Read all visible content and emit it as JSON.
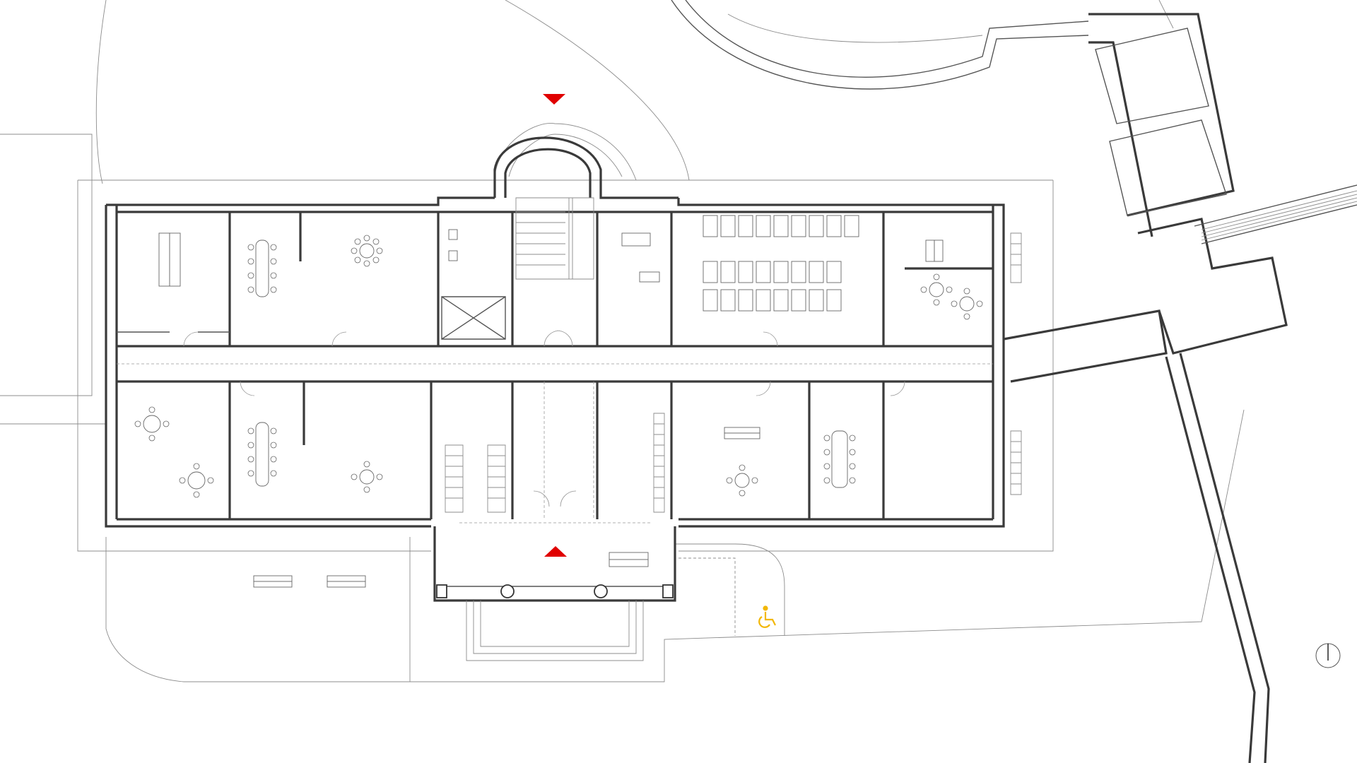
{
  "drawing": {
    "kind": "floor plan",
    "colors": {
      "wall": "#3a3a3a",
      "line": "#8c8c8c",
      "entrance_marker": "#e00000",
      "accessible_marker": "#f2b705",
      "background": "#ffffff"
    },
    "markers": [
      {
        "name": "entrance-marker-north",
        "icon": "triangle-down"
      },
      {
        "name": "entrance-marker-south",
        "icon": "triangle-up"
      },
      {
        "name": "accessible-parking",
        "icon": "wheelchair-icon"
      },
      {
        "name": "north-arrow",
        "icon": "north-arrow-icon"
      }
    ]
  }
}
